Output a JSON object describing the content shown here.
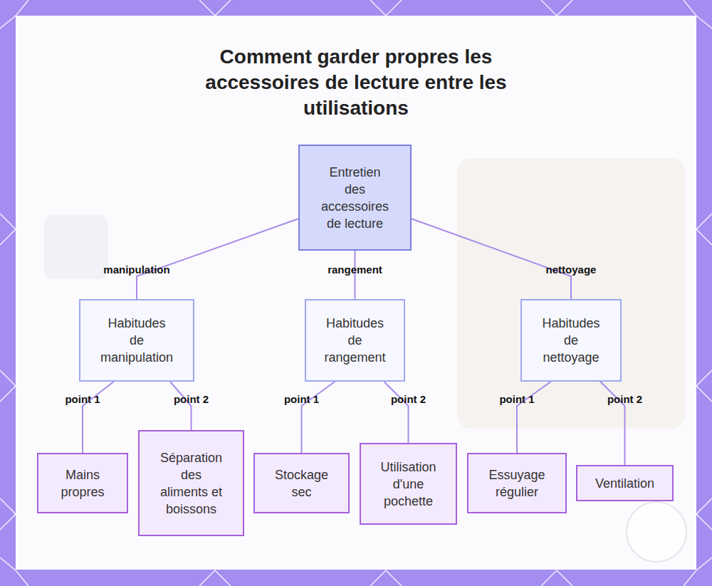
{
  "diagram": {
    "title": "Comment garder propres les accessoires de lecture entre les utilisations",
    "nodes": [
      {
        "text": [
          "Entretien des accessoires de lecture"
        ]
      },
      {
        "text": [
          "Habitudes de manipulation"
        ]
      },
      {
        "text": [
          "Habitudes de rangement"
        ]
      },
      {
        "text": [
          "Habitudes de nettoyage"
        ]
      },
      {
        "text": [
          "Mains propres"
        ]
      },
      {
        "text": [
          "Séparation des aliments et boissons"
        ]
      },
      {
        "text": [
          "Stockage sec"
        ]
      },
      {
        "text": [
          "Utilisation d'une pochette"
        ]
      },
      {
        "text": [
          "Essuyage régulier"
        ]
      },
      {
        "text": [
          "Ventilation"
        ]
      }
    ],
    "edges": [
      {
        "from": 0,
        "to": 1,
        "label": "manipulation",
        "arrow": "none"
      },
      {
        "from": 0,
        "to": 2,
        "label": "rangement",
        "arrow": "none"
      },
      {
        "from": 0,
        "to": 3,
        "label": "nettoyage",
        "arrow": "none"
      },
      {
        "from": 1,
        "to": 4,
        "label": "point 1",
        "arrow": "none"
      },
      {
        "from": 1,
        "to": 5,
        "label": "point 2",
        "arrow": "none"
      },
      {
        "from": 2,
        "to": 6,
        "label": "point 1",
        "arrow": "none"
      },
      {
        "from": 2,
        "to": 7,
        "label": "point 2",
        "arrow": "none"
      },
      {
        "from": 3,
        "to": 8,
        "label": "point 1",
        "arrow": "none"
      },
      {
        "from": 3,
        "to": 9,
        "label": "point 2",
        "arrow": "none"
      }
    ]
  }
}
